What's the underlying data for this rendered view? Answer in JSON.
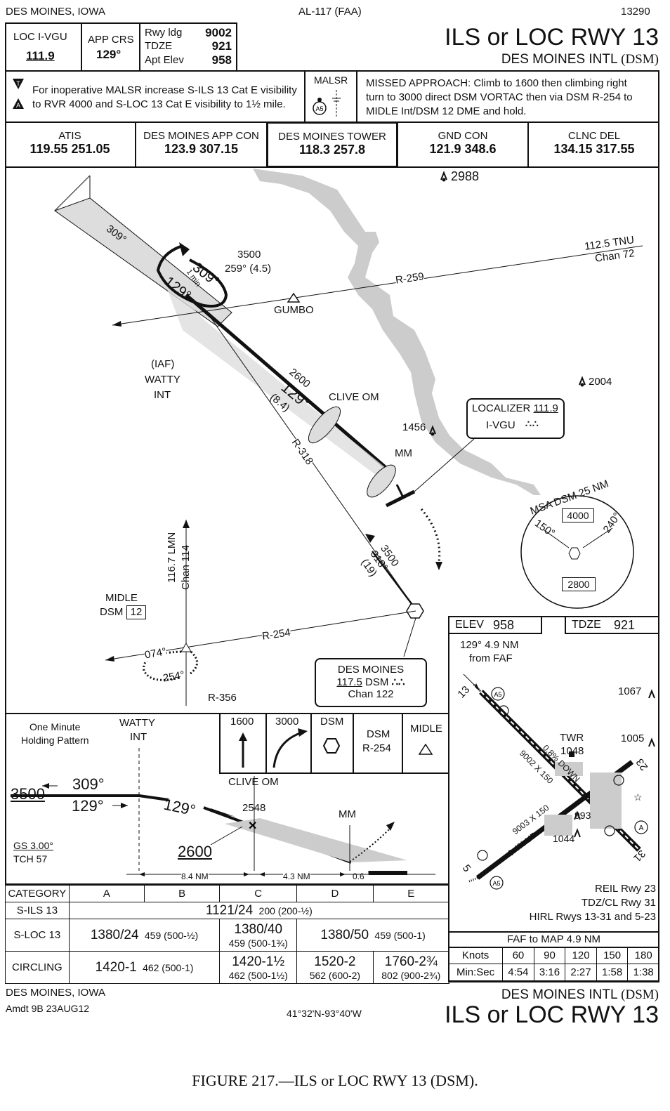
{
  "header": {
    "location": "DES MOINES, IOWA",
    "chart_code": "AL-117 (FAA)",
    "procedure_no": "13290",
    "title": "ILS or LOC RWY 13",
    "airport": "DES MOINES INTL",
    "airport_id": "(DSM)"
  },
  "briefing": {
    "loc_label": "LOC  I-VGU",
    "loc_freq": "111.9",
    "app_crs_label": "APP CRS",
    "app_crs": "129°",
    "rwy_ldg_label": "Rwy ldg",
    "rwy_ldg": "9002",
    "tdze_label": "TDZE",
    "tdze": "921",
    "apt_elev_label": "Apt Elev",
    "apt_elev": "958",
    "note1": "For inoperative MALSR increase S-ILS 13 Cat E visibility",
    "note2": "to RVR 4000 and S-LOC 13 Cat E visibility to 1½ mile.",
    "malsr": "MALSR",
    "missed_line1": "MISSED APPROACH:  Climb to 1600 then climbing right",
    "missed_line2": "turn to 3000 direct DSM VORTAC then via DSM R-254 to",
    "missed_line3": "MIDLE Int/DSM 12 DME and hold."
  },
  "comms": [
    {
      "name": "ATIS",
      "freq": "119.55  251.05"
    },
    {
      "name": "DES MOINES APP CON",
      "freq": "123.9  307.15"
    },
    {
      "name": "DES MOINES TOWER",
      "freq": "118.3  257.8"
    },
    {
      "name": "GND CON",
      "freq": "121.9  348.6"
    },
    {
      "name": "CLNC DEL",
      "freq": "134.15  317.55"
    }
  ],
  "planview": {
    "obs_2988": "2988",
    "obs_2004": "2004",
    "obs_1456": "1456",
    "tnu_freq": "112.5  TNU",
    "tnu_chan": "Chan 72",
    "r259": "R-259",
    "gumbo_alt": "3500",
    "gumbo_crs": "259° (4.5)",
    "gumbo": "GUMBO",
    "hold_309": "309°",
    "hold_129": "129°",
    "hold_1min": "1 min",
    "course_309": "309°",
    "iaf": "(IAF)",
    "watty": "WATTY",
    "int": "INT",
    "alt_2600": "2600",
    "course_129": "129°",
    "dist_84": "(8.4)",
    "clive_om": "CLIVE OM",
    "mm": "MM",
    "loc_box_label": "LOCALIZER",
    "loc_box_freq": "111.9",
    "loc_box_id": "I-VGU",
    "r318": "R-318",
    "alt_3500": "3500",
    "crs_318": "318°",
    "dist_19": "(19)",
    "msa": "MSA DSM 25 NM",
    "msa_4000": "4000",
    "msa_2800": "2800",
    "msa_150": "150°",
    "msa_240": "240°",
    "lmn_freq": "116.7 LMN",
    "lmn_chan": "Chan 114",
    "midle": "MIDLE",
    "midle_dsm": "DSM",
    "midle_dme": "12",
    "r254": "R-254",
    "hold_074": "074°",
    "hold_254": "254°",
    "r356": "R-356",
    "dsm_name": "DES MOINES",
    "dsm_freq": "117.5",
    "dsm_id": "DSM",
    "dsm_chan": "Chan 122"
  },
  "airport_sketch": {
    "elev_label": "ELEV",
    "elev": "958",
    "tdze_label": "TDZE",
    "tdze": "921",
    "faf_note1": "129° 4.9 NM",
    "faf_note2": "from FAF",
    "obs_1067": "1067",
    "obs_1005": "1005",
    "twr": "TWR",
    "twr_elev": "1048",
    "rwy_1331": "9002 X 150",
    "grad_1331": "0.8% DOWN",
    "rwy_523": "9003  X 150",
    "grad_523": "0.4% UP",
    "obs_993": "993",
    "obs_1044": "1044",
    "rwy_13": "13",
    "rwy_31": "31",
    "rwy_5": "5",
    "rwy_23": "23",
    "lighting1": "REIL Rwy 23",
    "lighting2": "TDZ/CL Rwy 31",
    "lighting3": "HIRL Rwys 13-31 and 5-23",
    "faf_to_map": "FAF to MAP  4.9 NM",
    "knots_label": "Knots",
    "minsec_label": "Min:Sec",
    "knots": [
      "60",
      "90",
      "120",
      "150",
      "180"
    ],
    "times": [
      "4:54",
      "3:16",
      "2:27",
      "1:58",
      "1:38"
    ]
  },
  "profile": {
    "holding_note1": "One Minute",
    "holding_note2": "Holding Pattern",
    "watty": "WATTY",
    "int": "INT",
    "alt_3500": "3500",
    "out_309": "309°",
    "in_129": "129°",
    "crs_129": "129°",
    "clive_om": "CLIVE OM",
    "alt_2548": "2548",
    "mm": "MM",
    "alt_2600": "2600",
    "gs": "GS 3.00°",
    "tch": "TCH 57",
    "dist1": "8.4 NM",
    "dist2": "4.3 NM",
    "dist3": "0.6",
    "icon_1600": "1600",
    "icon_3000": "3000",
    "icon_dsm": "DSM",
    "icon_dsm2": "DSM",
    "icon_r254": "R-254",
    "icon_midle": "MIDLE"
  },
  "minimums": {
    "headers": [
      "CATEGORY",
      "A",
      "B",
      "C",
      "D",
      "E"
    ],
    "sils_label": "S-ILS 13",
    "sils_main": "1121/24",
    "sils_sub": "200 (200-½)",
    "sloc_label": "S-LOC 13",
    "sloc_ab_main": "1380/24",
    "sloc_ab_sub": "459 (500-½)",
    "sloc_c_main": "1380/40",
    "sloc_c_sub": "459 (500-1¾)",
    "sloc_de_main": "1380/50",
    "sloc_de_sub": "459 (500-1)",
    "circ_label": "CIRCLING",
    "circ_ab_main": "1420-1",
    "circ_ab_sub": "462 (500-1)",
    "circ_c_main": "1420-1½",
    "circ_c_sub": "462 (500-1½)",
    "circ_d_main": "1520-2",
    "circ_d_sub": "562 (600-2)",
    "circ_e_main": "1760-2¾",
    "circ_e_sub": "802 (900-2¾)"
  },
  "footer": {
    "location": "DES MOINES, IOWA",
    "amendment": "Amdt 9B  23AUG12",
    "coords": "41°32'N-93°40'W",
    "airport": "DES MOINES INTL",
    "airport_id": "(DSM)",
    "title": "ILS or LOC RWY 13"
  },
  "caption": "FIGURE 217.—ILS or LOC RWY 13 (DSM)."
}
